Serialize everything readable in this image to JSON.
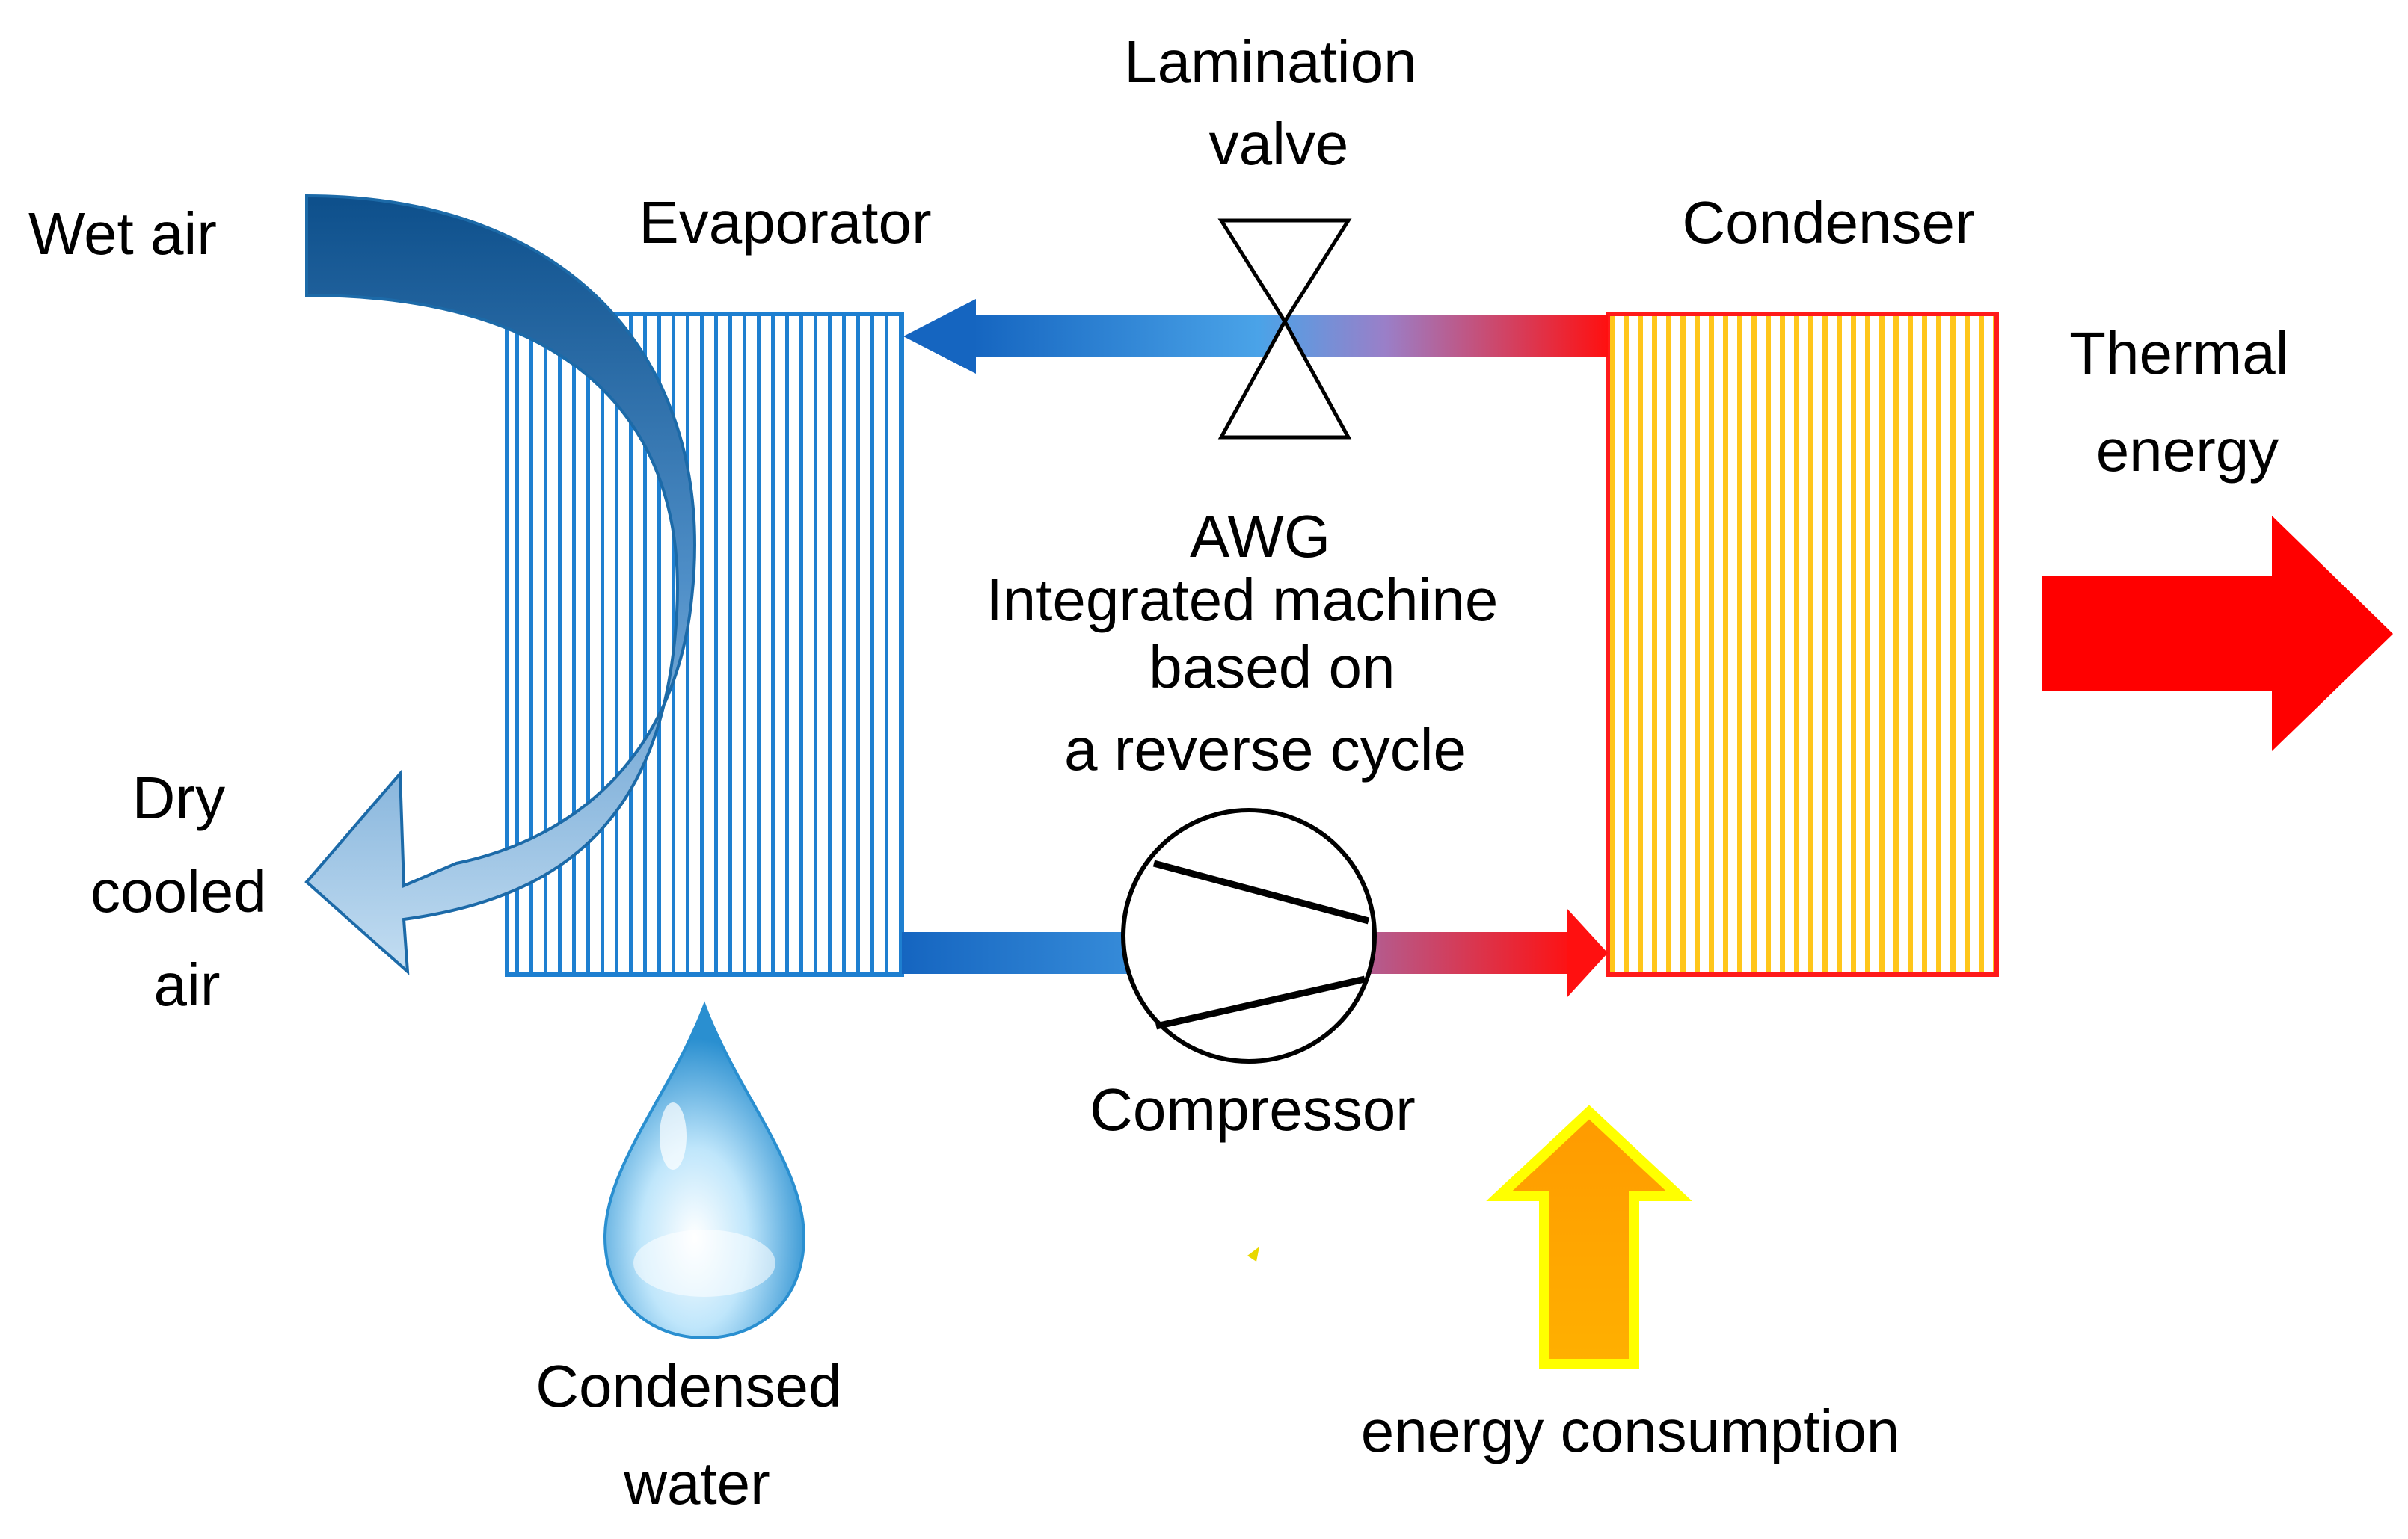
{
  "labels": {
    "wet_air": "Wet air",
    "dry_air": [
      "Dry",
      "cooled",
      "air"
    ],
    "evaporator": "Evaporator",
    "lamination_valve": [
      "Lamination",
      "valve"
    ],
    "condenser": "Condenser",
    "thermal_energy": [
      "Thermal",
      "energy"
    ],
    "awg": "AWG",
    "machine_description": [
      "Integrated machine",
      "based on",
      "a reverse cycle"
    ],
    "compressor": "Compressor",
    "condensed_water": [
      "Condensed",
      "water"
    ],
    "energy_consumption": "energy consumption"
  },
  "colors": {
    "evaporator": "#1e7fd0",
    "condenser_stroke": "#ff1a1a",
    "condenser_fill": "#ffd23f",
    "cold_pipe": "#1565c0",
    "hot_pipe": "#ff1010",
    "thermal_arrow": "#ff0000",
    "energy_arrow_fill": "#ffa000",
    "energy_arrow_stroke": "#ffff00",
    "wet_air": "#0d4f8b",
    "dry_air": "#b9d8f0",
    "water": "#49b3e8"
  }
}
